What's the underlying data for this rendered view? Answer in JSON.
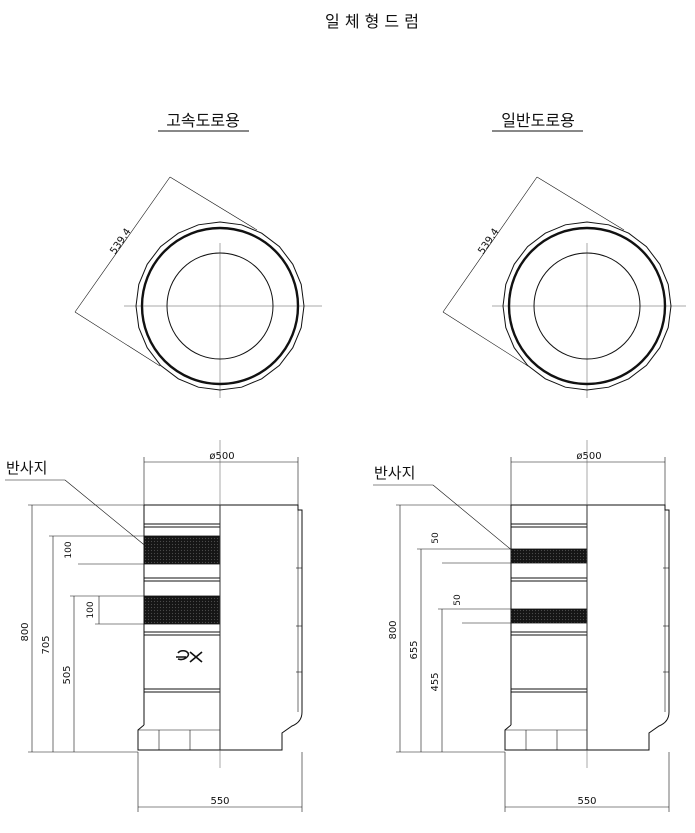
{
  "title": "일 체 형 드 럼",
  "left": {
    "heading": "고속도로용",
    "diameter_label": "539.4",
    "reflector_label": "반사지",
    "top_width_label": "ø500",
    "bottom_width_label": "550",
    "dim_total": "800",
    "dim_upper": "705",
    "dim_lower": "505",
    "band_upper": "100",
    "band_lower": "100"
  },
  "right": {
    "heading": "일반도로용",
    "diameter_label": "539.4",
    "reflector_label": "반사지",
    "top_width_label": "ø500",
    "bottom_width_label": "550",
    "dim_total": "800",
    "dim_upper": "655",
    "dim_lower": "455",
    "band_upper": "50",
    "band_lower": "50"
  },
  "colors": {
    "line": "#111111",
    "reflector": "#1a1a1a"
  }
}
